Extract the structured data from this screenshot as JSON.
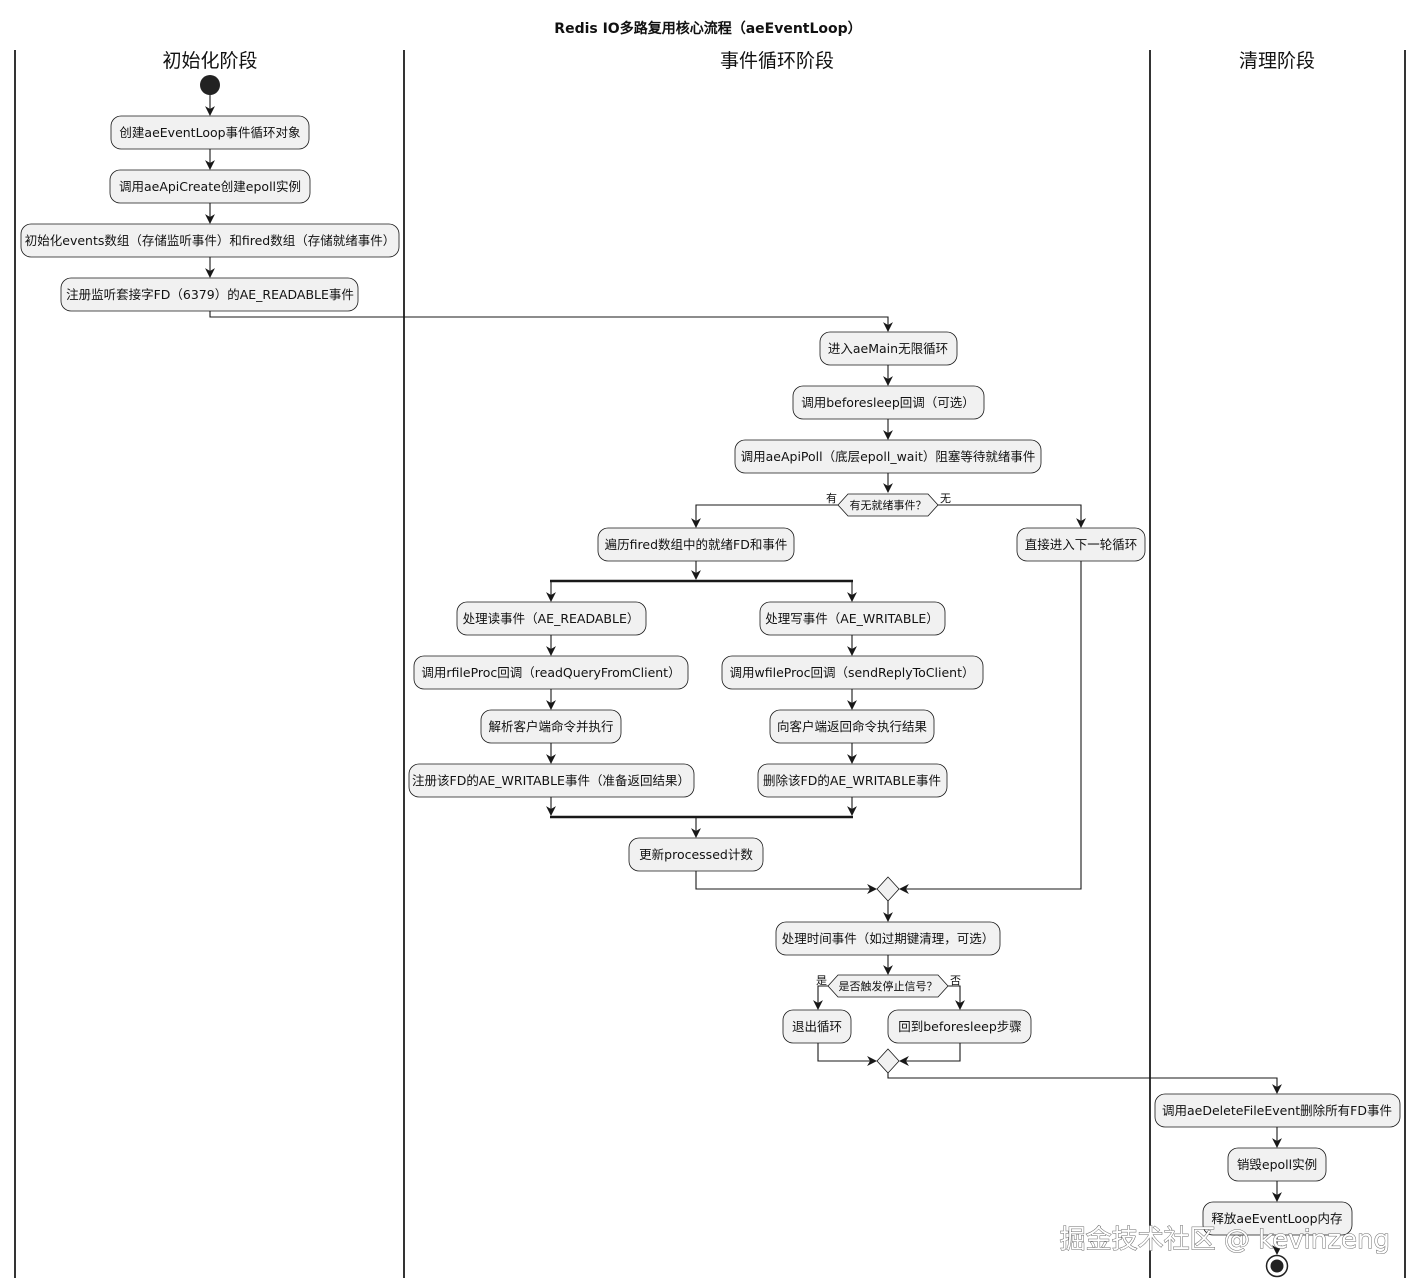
{
  "title": "Redis IO多路复用核心流程（aeEventLoop）",
  "lanes": [
    "初始化阶段",
    "事件循环阶段",
    "清理阶段"
  ],
  "init": {
    "create_loop": "创建aeEventLoop事件循环对象",
    "api_create": "调用aeApiCreate创建epoll实例",
    "init_arrays": "初始化events数组（存储监听事件）和fired数组（存储就绪事件）",
    "register_listen": "注册监听套接字FD（6379）的AE_READABLE事件"
  },
  "loop": {
    "enter_main": "进入aeMain无限循环",
    "beforesleep": "调用beforesleep回调（可选）",
    "api_poll": "调用aeApiPoll（底层epoll_wait）阻塞等待就绪事件",
    "ready_question": "有无就绪事件？",
    "ready_yes": "有",
    "ready_no": "无",
    "iterate_fired": "遍历fired数组中的就绪FD和事件",
    "next_loop": "直接进入下一轮循环",
    "read_branch": [
      "处理读事件（AE_READABLE）",
      "调用rfileProc回调（readQueryFromClient）",
      "解析客户端命令并执行",
      "注册该FD的AE_WRITABLE事件（准备返回结果）"
    ],
    "write_branch": [
      "处理写事件（AE_WRITABLE）",
      "调用wfileProc回调（sendReplyToClient）",
      "向客户端返回命令执行结果",
      "删除该FD的AE_WRITABLE事件"
    ],
    "update_processed": "更新processed计数",
    "time_events": "处理时间事件（如过期键清理，可选）",
    "stop_question": "是否触发停止信号？",
    "stop_yes": "是",
    "stop_no": "否",
    "exit_loop": "退出循环",
    "back_beforesleep": "回到beforesleep步骤"
  },
  "cleanup": {
    "delete_events": "调用aeDeleteFileEvent删除所有FD事件",
    "destroy_epoll": "销毁epoll实例",
    "free_loop": "释放aeEventLoop内存"
  },
  "watermark": "掘金技术社区 @ kevinzeng"
}
